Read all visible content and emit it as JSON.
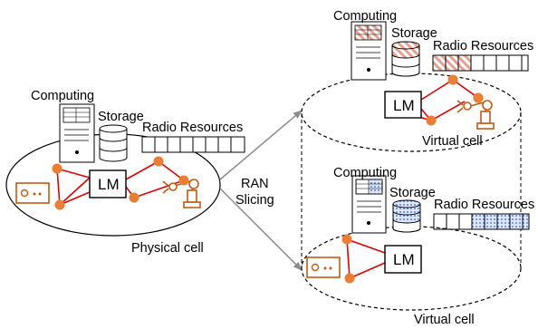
{
  "physical": {
    "computing": "Computing",
    "storage": "Storage",
    "radio": "Radio Resources",
    "lm": "LM",
    "cell_label": "Physical cell"
  },
  "slicing": {
    "line1": "RAN",
    "line2": "Slicing"
  },
  "virtual_top": {
    "computing": "Computing",
    "storage": "Storage",
    "radio": "Radio Resources",
    "lm": "LM",
    "cell_label": "Virtual cell"
  },
  "virtual_bottom": {
    "computing": "Computing",
    "storage": "Storage",
    "radio": "Radio Resources",
    "lm": "LM",
    "cell_label": "Virtual cell"
  },
  "colors": {
    "node": "#ed7d31",
    "link": "#e60000",
    "device": "#c55a11",
    "stripe": "#e8a090",
    "dots": "#3a5fcd",
    "arrow": "#808080"
  }
}
